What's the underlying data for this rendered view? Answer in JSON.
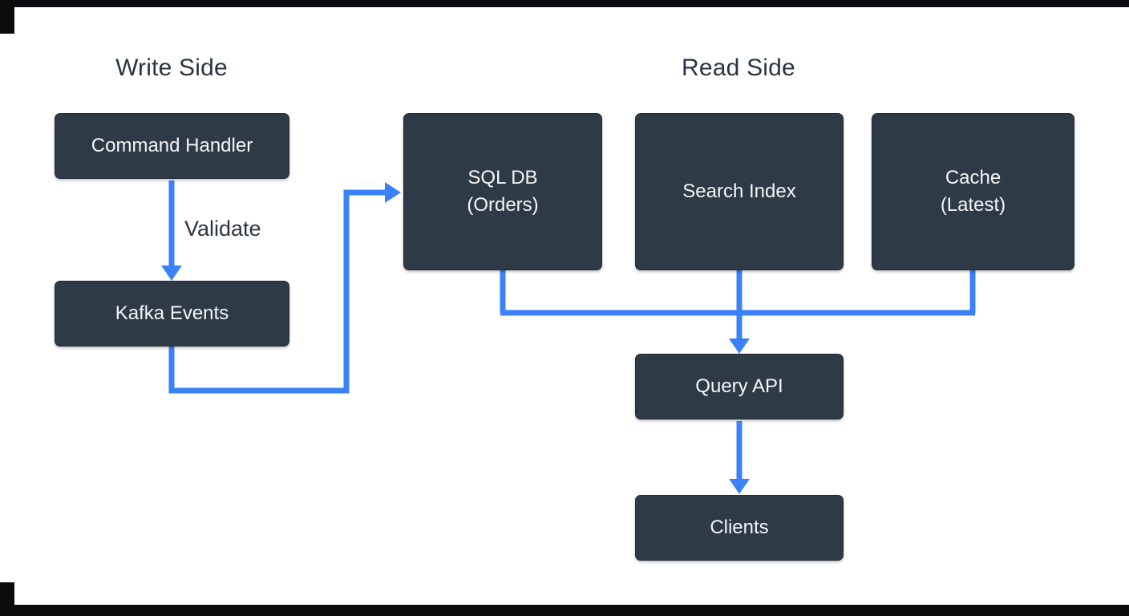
{
  "headings": {
    "write_side": "Write Side",
    "read_side": "Read Side"
  },
  "nodes": {
    "command_handler": {
      "label": "Command Handler"
    },
    "kafka_events": {
      "label": "Kafka Events"
    },
    "sql_db": {
      "line1": "SQL DB",
      "line2": "(Orders)"
    },
    "search_index": {
      "label": "Search Index"
    },
    "cache": {
      "line1": "Cache",
      "line2": "(Latest)"
    },
    "query_api": {
      "label": "Query API"
    },
    "clients": {
      "label": "Clients"
    }
  },
  "edge_labels": {
    "validate": "Validate"
  },
  "colors": {
    "node_background": "#2e3a46",
    "node_text": "#f4f6f8",
    "arrow": "#3b82f6",
    "heading_text": "#2b3440",
    "frame": "#0b0b0d"
  }
}
